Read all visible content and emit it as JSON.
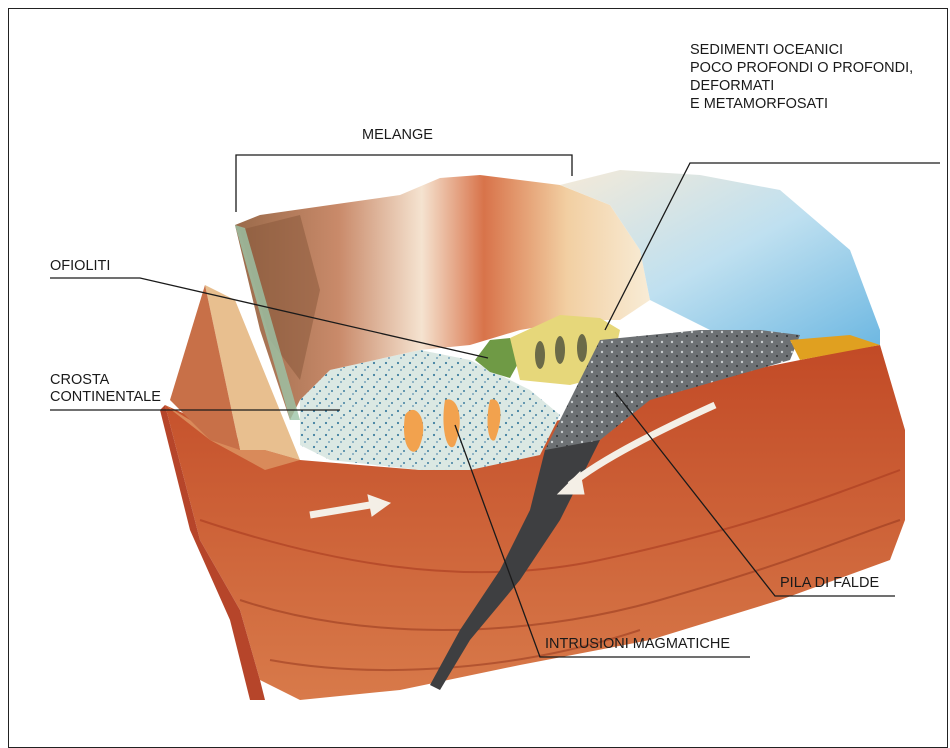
{
  "labels": {
    "melange": "MELANGE",
    "sedimenti": [
      "SEDIMENTI OCEANICI",
      "POCO PROFONDI O PROFONDI,",
      "DEFORMATI",
      "E METAMORFOSATI"
    ],
    "ofioliti": "OFIOLITI",
    "crosta": [
      "CROSTA",
      "CONTINENTALE"
    ],
    "pila": "PILA DI FALDE",
    "intrusioni": "INTRUSIONI MAGMATICHE"
  },
  "colors": {
    "mantle": "#c9542e",
    "mantle_dark": "#a83a1f",
    "crust_speckled": "#dde9e4",
    "ocean": "#8ec7e6",
    "mountain_light": "#f3dcc0",
    "mountain_brown": "#8a5a3c",
    "ophiolite_green": "#6f9a45",
    "sediment_yellow": "#e6d77a",
    "nappe_grey": "#6f7275"
  }
}
